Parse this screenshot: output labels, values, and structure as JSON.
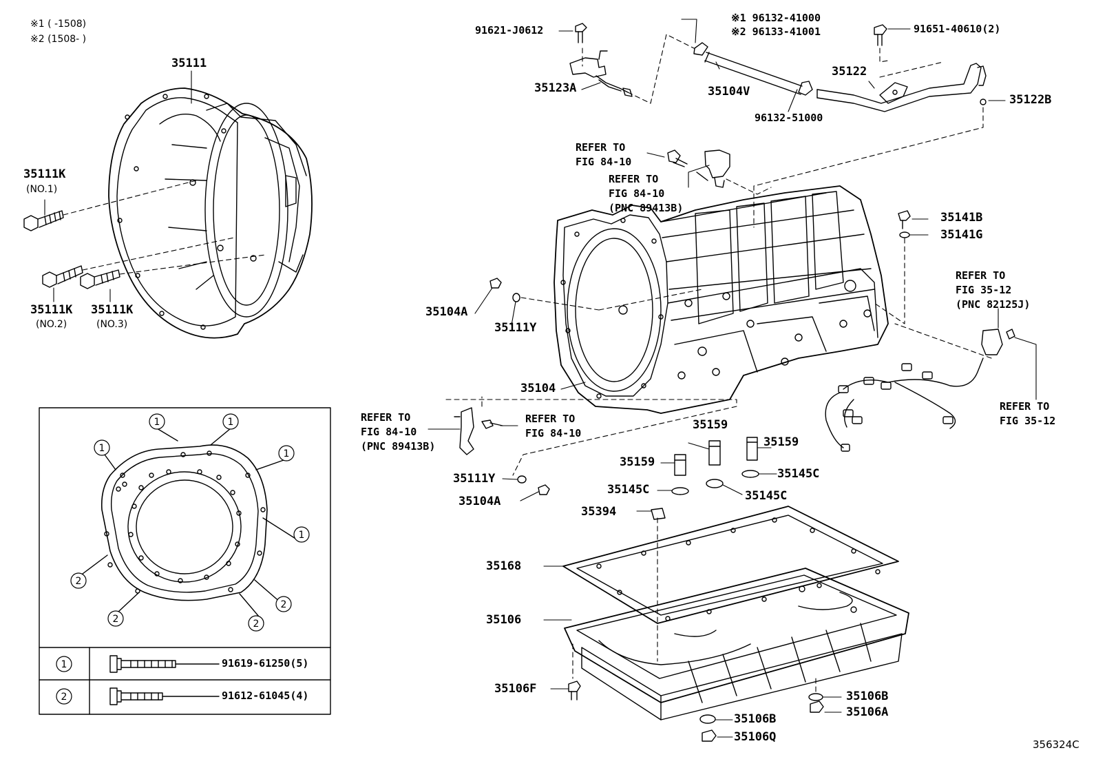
{
  "notes": {
    "note1": "※1 (     -1508)",
    "note2": "※2 (1508-     )"
  },
  "top_parts": {
    "bolt_91621": "91621-J0612",
    "hose_clip_1": "※1 96132-41000",
    "hose_clip_2": "※2 96133-41001",
    "bolt_91651": "91651-40610(2)",
    "bracket_35123A": "35123A",
    "hose_35104V": "35104V",
    "clip_96132": "96132-51000",
    "pipe_35122": "35122",
    "pipe_35122B": "35122B"
  },
  "bell_housing": {
    "main": "35111",
    "bolt_no1": "35111K",
    "bolt_no1_sub": "(NO.1)",
    "bolt_no2": "35111K",
    "bolt_no2_sub": "(NO.2)",
    "bolt_no3": "35111K",
    "bolt_no3_sub": "(NO.3)"
  },
  "refer_notes": {
    "top_bolt": [
      "REFER TO",
      "FIG 84-10"
    ],
    "top_sensor": [
      "REFER TO",
      "FIG 84-10",
      "(PNC 89413B)"
    ],
    "left_sensor": [
      "REFER TO",
      "FIG 84-10",
      "(PNC 89413B)"
    ],
    "left_bolt": [
      "REFER TO",
      "FIG 84-10"
    ],
    "harness": [
      "REFER TO",
      "FIG 35-12",
      "(PNC 82125J)"
    ],
    "harness_bolt": [
      "REFER TO",
      "FIG 35-12"
    ]
  },
  "transmission": {
    "case": "35104",
    "plug_top": "35104A",
    "oring_top": "35111Y",
    "oring_bottom": "35111Y",
    "plug_bottom": "35104A",
    "bolt_35141B": "35141B",
    "gasket_35141G": "35141G"
  },
  "pan": {
    "strainer_parts": [
      "35159",
      "35159",
      "35159"
    ],
    "gaskets": [
      "35145C",
      "35145C",
      "35145C"
    ],
    "magnet": "35394",
    "pan_gasket": "35168",
    "oil_pan": "35106",
    "plug_35106F": "35106F",
    "gasket_35106B_right": "35106B",
    "plug_35106A": "35106A",
    "gasket_35106B_bottom": "35106B",
    "plug_35106Q": "35106Q"
  },
  "legend": {
    "callout_mark_1": "1",
    "callout_mark_2": "2",
    "rows": [
      {
        "mark": "1",
        "part": "91619-61250(5)"
      },
      {
        "mark": "2",
        "part": "91612-61045(4)"
      }
    ]
  },
  "figure_code": "356324C"
}
